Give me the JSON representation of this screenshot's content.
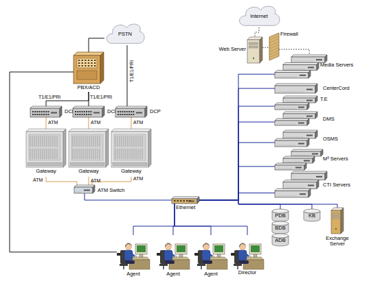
{
  "diagram": {
    "nodes": [
      {
        "text": [
          "Internet"
        ]
      },
      {
        "text": [
          "PSTN"
        ]
      },
      {
        "text": [
          "Web Server"
        ]
      },
      {
        "text": [
          "Firewall"
        ]
      },
      {
        "text": [
          "Media Servers"
        ]
      },
      {
        "text": [
          "PBX/ACD"
        ]
      },
      {
        "text": [
          "CenterCord"
        ]
      },
      {
        "text": [
          "T.E"
        ]
      },
      {
        "text": [
          "DMS"
        ]
      },
      {
        "text": [
          "DCP"
        ]
      },
      {
        "text": [
          "DCP"
        ]
      },
      {
        "text": [
          "DCP"
        ]
      },
      {
        "text": [
          "OSMS"
        ]
      },
      {
        "text": [
          "Gateway"
        ]
      },
      {
        "text": [
          "Gateway"
        ]
      },
      {
        "text": [
          "Gateway"
        ]
      },
      {
        "text": [
          "M³ Servers"
        ]
      },
      {
        "text": [
          "CTI Servers"
        ]
      },
      {
        "text": [
          "ATM Switch"
        ]
      },
      {
        "text": [
          "Ethernet"
        ]
      },
      {
        "text": [
          "PDB"
        ]
      },
      {
        "text": [
          "KB"
        ]
      },
      {
        "text": [
          "Exchange Server"
        ]
      },
      {
        "text": [
          "BDB"
        ]
      },
      {
        "text": [
          "ADB"
        ]
      },
      {
        "text": [
          "Agent"
        ]
      },
      {
        "text": [
          "Agent"
        ]
      },
      {
        "text": [
          "Agent"
        ]
      },
      {
        "text": [
          "Director"
        ]
      }
    ],
    "edges": [
      {
        "from": 0,
        "to": 2,
        "arrow": "none"
      },
      {
        "from": 2,
        "to": 3,
        "arrow": "none"
      },
      {
        "from": 3,
        "to": 4,
        "arrow": "none"
      },
      {
        "from": 1,
        "to": 5,
        "arrow": "none"
      },
      {
        "from": 1,
        "to": 11,
        "label": "T1/E1/PRI",
        "arrow": "none"
      },
      {
        "from": 5,
        "to": 9,
        "label": "T1/E1/PRI",
        "arrow": "none"
      },
      {
        "from": 5,
        "to": 10,
        "label": "T1/E1/PRI",
        "arrow": "none"
      },
      {
        "from": 9,
        "to": 13,
        "label": "ATM",
        "arrow": "none"
      },
      {
        "from": 10,
        "to": 14,
        "label": "ATM",
        "arrow": "none"
      },
      {
        "from": 11,
        "to": 15,
        "label": "ATM",
        "arrow": "none"
      },
      {
        "from": 13,
        "to": 18,
        "label": "ATM",
        "arrow": "none"
      },
      {
        "from": 14,
        "to": 18,
        "label": "ATM",
        "arrow": "none"
      },
      {
        "from": 15,
        "to": 18,
        "label": "ATM",
        "arrow": "none"
      },
      {
        "from": 18,
        "to": 19,
        "arrow": "none"
      },
      {
        "from": 5,
        "to": 25,
        "arrow": "none"
      },
      {
        "from": 19,
        "to": 4,
        "arrow": "none"
      },
      {
        "from": 19,
        "to": 6,
        "arrow": "none"
      },
      {
        "from": 19,
        "to": 7,
        "arrow": "none"
      },
      {
        "from": 19,
        "to": 8,
        "arrow": "none"
      },
      {
        "from": 19,
        "to": 12,
        "arrow": "none"
      },
      {
        "from": 19,
        "to": 16,
        "arrow": "none"
      },
      {
        "from": 19,
        "to": 17,
        "arrow": "none"
      },
      {
        "from": 19,
        "to": 20,
        "arrow": "none"
      },
      {
        "from": 19,
        "to": 21,
        "arrow": "none"
      },
      {
        "from": 19,
        "to": 22,
        "arrow": "none"
      },
      {
        "from": 19,
        "to": 25,
        "arrow": "none"
      },
      {
        "from": 19,
        "to": 26,
        "arrow": "none"
      },
      {
        "from": 19,
        "to": 27,
        "arrow": "none"
      },
      {
        "from": 19,
        "to": 28,
        "arrow": "none"
      }
    ]
  }
}
